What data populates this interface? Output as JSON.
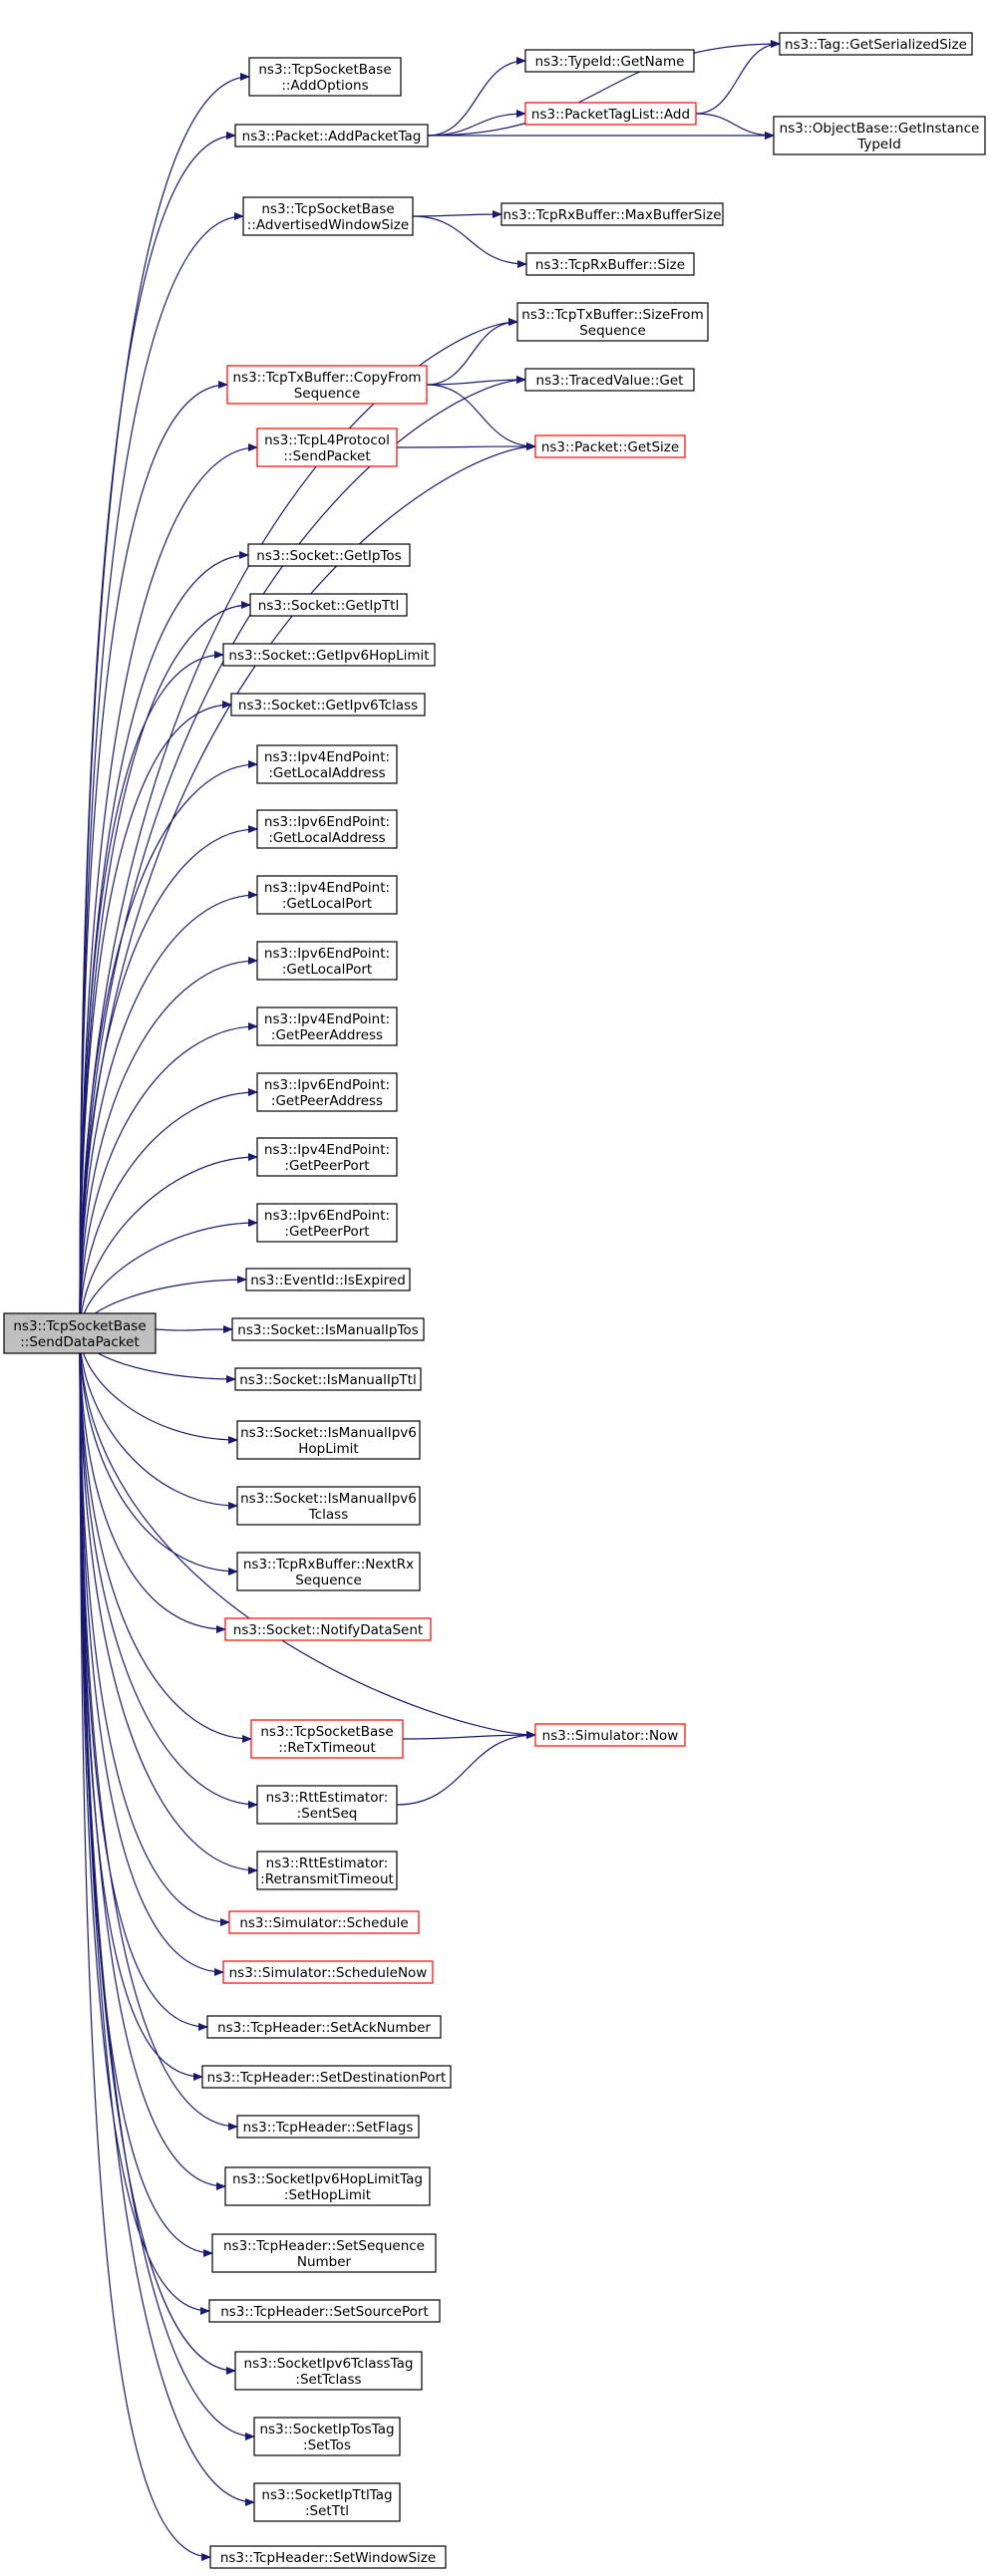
{
  "colors": {
    "edge": "#191970",
    "node_border": "#000000",
    "node_border_incomplete": "#ff0000",
    "root_fill": "#bfbfbf",
    "node_fill": "#ffffff"
  },
  "nodes": [
    {
      "id": "root",
      "lines": [
        "ns3::TcpSocketBase",
        "::SendDataPacket"
      ],
      "root": true
    },
    {
      "id": "addoptions",
      "lines": [
        "ns3::TcpSocketBase",
        "::AddOptions"
      ]
    },
    {
      "id": "addpackettag",
      "lines": [
        "ns3::Packet::AddPacketTag"
      ]
    },
    {
      "id": "advwin",
      "lines": [
        "ns3::TcpSocketBase",
        "::AdvertisedWindowSize"
      ]
    },
    {
      "id": "copyfrom",
      "lines": [
        "ns3::TcpTxBuffer::CopyFrom",
        "Sequence"
      ],
      "incomplete": true
    },
    {
      "id": "sendpacket",
      "lines": [
        "ns3::TcpL4Protocol",
        "::SendPacket"
      ],
      "incomplete": true
    },
    {
      "id": "getiptos",
      "lines": [
        "ns3::Socket::GetIpTos"
      ]
    },
    {
      "id": "getipttl",
      "lines": [
        "ns3::Socket::GetIpTtl"
      ]
    },
    {
      "id": "getipv6hop",
      "lines": [
        "ns3::Socket::GetIpv6HopLimit"
      ]
    },
    {
      "id": "getipv6tclass",
      "lines": [
        "ns3::Socket::GetIpv6Tclass"
      ]
    },
    {
      "id": "ipv4local",
      "lines": [
        "ns3::Ipv4EndPoint:",
        ":GetLocalAddress"
      ]
    },
    {
      "id": "ipv6local",
      "lines": [
        "ns3::Ipv6EndPoint:",
        ":GetLocalAddress"
      ]
    },
    {
      "id": "ipv4localport",
      "lines": [
        "ns3::Ipv4EndPoint:",
        ":GetLocalPort"
      ]
    },
    {
      "id": "ipv6localport",
      "lines": [
        "ns3::Ipv6EndPoint:",
        ":GetLocalPort"
      ]
    },
    {
      "id": "ipv4peer",
      "lines": [
        "ns3::Ipv4EndPoint:",
        ":GetPeerAddress"
      ]
    },
    {
      "id": "ipv6peer",
      "lines": [
        "ns3::Ipv6EndPoint:",
        ":GetPeerAddress"
      ]
    },
    {
      "id": "ipv4peerport",
      "lines": [
        "ns3::Ipv4EndPoint:",
        ":GetPeerPort"
      ]
    },
    {
      "id": "ipv6peerport",
      "lines": [
        "ns3::Ipv6EndPoint:",
        ":GetPeerPort"
      ]
    },
    {
      "id": "isexpired",
      "lines": [
        "ns3::EventId::IsExpired"
      ]
    },
    {
      "id": "ismanualiptos",
      "lines": [
        "ns3::Socket::IsManualIpTos"
      ]
    },
    {
      "id": "ismanualipttl",
      "lines": [
        "ns3::Socket::IsManualIpTtl"
      ]
    },
    {
      "id": "ismanualipv6hop",
      "lines": [
        "ns3::Socket::IsManualIpv6",
        "HopLimit"
      ]
    },
    {
      "id": "ismanualipv6tclass",
      "lines": [
        "ns3::Socket::IsManualIpv6",
        "Tclass"
      ]
    },
    {
      "id": "nextrx",
      "lines": [
        "ns3::TcpRxBuffer::NextRx",
        "Sequence"
      ]
    },
    {
      "id": "notifydatasent",
      "lines": [
        "ns3::Socket::NotifyDataSent"
      ],
      "incomplete": true
    },
    {
      "id": "retxtimeout",
      "lines": [
        "ns3::TcpSocketBase",
        "::ReTxTimeout"
      ],
      "incomplete": true
    },
    {
      "id": "sentseq",
      "lines": [
        "ns3::RttEstimator:",
        ":SentSeq"
      ]
    },
    {
      "id": "retransmittimeout",
      "lines": [
        "ns3::RttEstimator:",
        ":RetransmitTimeout"
      ]
    },
    {
      "id": "schedule",
      "lines": [
        "ns3::Simulator::Schedule"
      ],
      "incomplete": true
    },
    {
      "id": "schedulenow",
      "lines": [
        "ns3::Simulator::ScheduleNow"
      ],
      "incomplete": true
    },
    {
      "id": "setacknumber",
      "lines": [
        "ns3::TcpHeader::SetAckNumber"
      ]
    },
    {
      "id": "setdestport",
      "lines": [
        "ns3::TcpHeader::SetDestinationPort"
      ]
    },
    {
      "id": "setflags",
      "lines": [
        "ns3::TcpHeader::SetFlags"
      ]
    },
    {
      "id": "sethoplimit",
      "lines": [
        "ns3::SocketIpv6HopLimitTag",
        ":SetHopLimit"
      ]
    },
    {
      "id": "setseqnum",
      "lines": [
        "ns3::TcpHeader::SetSequence",
        "Number"
      ]
    },
    {
      "id": "setsourceport",
      "lines": [
        "ns3::TcpHeader::SetSourcePort"
      ]
    },
    {
      "id": "settclass",
      "lines": [
        "ns3::SocketIpv6TclassTag",
        ":SetTclass"
      ]
    },
    {
      "id": "settos",
      "lines": [
        "ns3::SocketIpTosTag",
        ":SetTos"
      ]
    },
    {
      "id": "setttl",
      "lines": [
        "ns3::SocketIpTtlTag",
        ":SetTtl"
      ]
    },
    {
      "id": "setwindowsize",
      "lines": [
        "ns3::TcpHeader::SetWindowSize"
      ]
    },
    {
      "id": "typeid_getname",
      "lines": [
        "ns3::TypeId::GetName"
      ]
    },
    {
      "id": "tagserialsize",
      "lines": [
        "ns3::Tag::GetSerializedSize"
      ]
    },
    {
      "id": "pkttaglist_add",
      "lines": [
        "ns3::PacketTagList::Add"
      ],
      "incomplete": true
    },
    {
      "id": "getinstancetypeid",
      "lines": [
        "ns3::ObjectBase::GetInstance",
        "TypeId"
      ]
    },
    {
      "id": "maxbuffersize",
      "lines": [
        "ns3::TcpRxBuffer::MaxBufferSize"
      ]
    },
    {
      "id": "rxsize",
      "lines": [
        "ns3::TcpRxBuffer::Size"
      ]
    },
    {
      "id": "sizefromseq",
      "lines": [
        "ns3::TcpTxBuffer::SizeFrom",
        "Sequence"
      ]
    },
    {
      "id": "tracedvalue_get",
      "lines": [
        "ns3::TracedValue::Get"
      ]
    },
    {
      "id": "packet_getsize",
      "lines": [
        "ns3::Packet::GetSize"
      ],
      "incomplete": true
    },
    {
      "id": "simulator_now",
      "lines": [
        "ns3::Simulator::Now"
      ],
      "incomplete": true
    }
  ],
  "edges": [
    [
      "root",
      "addoptions"
    ],
    [
      "root",
      "addpackettag"
    ],
    [
      "root",
      "advwin"
    ],
    [
      "root",
      "copyfrom"
    ],
    [
      "root",
      "sendpacket"
    ],
    [
      "root",
      "packet_getsize"
    ],
    [
      "root",
      "sizefromseq"
    ],
    [
      "root",
      "tracedvalue_get"
    ],
    [
      "root",
      "getiptos"
    ],
    [
      "root",
      "getipttl"
    ],
    [
      "root",
      "getipv6hop"
    ],
    [
      "root",
      "getipv6tclass"
    ],
    [
      "root",
      "ipv4local"
    ],
    [
      "root",
      "ipv6local"
    ],
    [
      "root",
      "ipv4localport"
    ],
    [
      "root",
      "ipv6localport"
    ],
    [
      "root",
      "ipv4peer"
    ],
    [
      "root",
      "ipv6peer"
    ],
    [
      "root",
      "ipv4peerport"
    ],
    [
      "root",
      "ipv6peerport"
    ],
    [
      "root",
      "isexpired"
    ],
    [
      "root",
      "ismanualiptos"
    ],
    [
      "root",
      "ismanualipttl"
    ],
    [
      "root",
      "ismanualipv6hop"
    ],
    [
      "root",
      "ismanualipv6tclass"
    ],
    [
      "root",
      "nextrx"
    ],
    [
      "root",
      "notifydatasent"
    ],
    [
      "root",
      "simulator_now"
    ],
    [
      "root",
      "retxtimeout"
    ],
    [
      "root",
      "sentseq"
    ],
    [
      "root",
      "retransmittimeout"
    ],
    [
      "root",
      "schedule"
    ],
    [
      "root",
      "schedulenow"
    ],
    [
      "root",
      "setacknumber"
    ],
    [
      "root",
      "setdestport"
    ],
    [
      "root",
      "setflags"
    ],
    [
      "root",
      "sethoplimit"
    ],
    [
      "root",
      "setseqnum"
    ],
    [
      "root",
      "setsourceport"
    ],
    [
      "root",
      "settclass"
    ],
    [
      "root",
      "settos"
    ],
    [
      "root",
      "setttl"
    ],
    [
      "root",
      "setwindowsize"
    ],
    [
      "addpackettag",
      "typeid_getname"
    ],
    [
      "addpackettag",
      "tagserialsize"
    ],
    [
      "addpackettag",
      "pkttaglist_add"
    ],
    [
      "addpackettag",
      "getinstancetypeid"
    ],
    [
      "pkttaglist_add",
      "tagserialsize"
    ],
    [
      "pkttaglist_add",
      "getinstancetypeid"
    ],
    [
      "advwin",
      "maxbuffersize"
    ],
    [
      "advwin",
      "rxsize"
    ],
    [
      "copyfrom",
      "sizefromseq"
    ],
    [
      "copyfrom",
      "tracedvalue_get"
    ],
    [
      "copyfrom",
      "packet_getsize"
    ],
    [
      "sendpacket",
      "packet_getsize"
    ],
    [
      "retxtimeout",
      "simulator_now"
    ],
    [
      "sentseq",
      "simulator_now"
    ]
  ]
}
